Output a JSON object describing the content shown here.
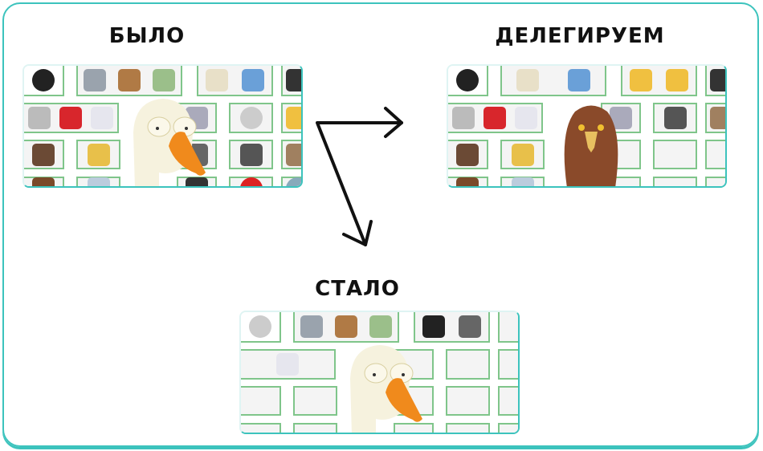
{
  "titles": {
    "before": "БЫЛО",
    "delegate": "ДЕЛЕГИРУЕМ",
    "after": "СТАЛО"
  },
  "panels": {
    "before": {
      "character": "goose",
      "cells": [
        [
          "eye-icon"
        ],
        [
          "bank-icon",
          "package-icon",
          "money-icon"
        ],
        [
          "memo-icon",
          "inbox-icon"
        ],
        [
          "magnifier-icon"
        ],
        [
          "fax-icon",
          "telephone-icon",
          "chart-icon"
        ],
        [
          "megaphone-icon"
        ],
        [
          "compass-icon"
        ],
        [
          "technologist-icon"
        ],
        [
          "tv-icon"
        ],
        [
          "crane-icon"
        ],
        [
          "control-knobs-icon"
        ],
        [
          "file-cabinet-icon"
        ],
        [
          "factory-icon"
        ],
        [
          "briefcase-icon"
        ],
        [
          "map-icon"
        ],
        [
          "battery-icon"
        ],
        [
          "pin-icon"
        ],
        [
          "globe-icon"
        ]
      ]
    },
    "delegate": {
      "character": "eagle",
      "cells": [
        [
          "eye-icon"
        ],
        [
          "memo-icon",
          "inbox-icon"
        ],
        [
          "technologist-icon",
          "technologist-icon"
        ],
        [
          "magnifier-icon"
        ],
        [
          "fax-icon",
          "telephone-icon",
          "chart-icon"
        ],
        [
          "megaphone-icon"
        ],
        [
          "file-cabinet-icon"
        ],
        [
          "factory-icon"
        ],
        [
          "tv-icon"
        ],
        [
          "crane-icon"
        ],
        [],
        [],
        [],
        [
          "briefcase-icon"
        ],
        [
          "map-icon"
        ],
        [],
        [],
        []
      ]
    },
    "after": {
      "character": "goose",
      "cells": [
        [
          "compass-icon"
        ],
        [
          "bank-icon",
          "package-icon",
          "money-icon"
        ],
        [
          "joystick-icon",
          "control-knobs-icon"
        ],
        [],
        [
          "chart-icon"
        ],
        [],
        [],
        [],
        [],
        [],
        [],
        [],
        [],
        [],
        [],
        [],
        [],
        []
      ]
    }
  },
  "colors": {
    "frame": "#3cc3bd",
    "cell_border": "#7fc58a",
    "arrow": "#111111"
  }
}
